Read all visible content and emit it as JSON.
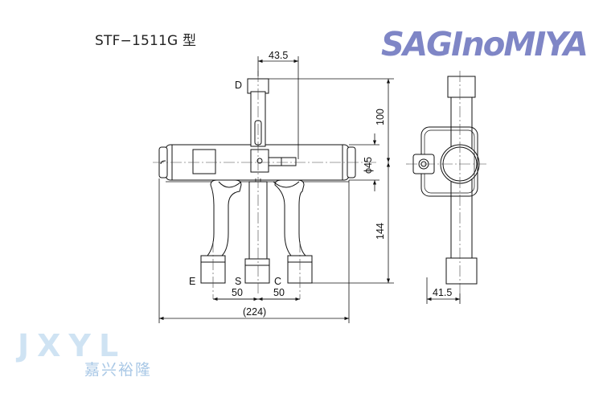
{
  "title": "STF−1511G 型",
  "logo": "SAGInoMIYA",
  "watermark": {
    "latin": "JXYL",
    "cjk": "嘉兴裕隆"
  },
  "labels": {
    "port_d": "D",
    "port_e": "E",
    "port_s": "S",
    "port_c": "C"
  },
  "dimensions": {
    "top_offset": "43.5",
    "height_upper": "100",
    "diameter": "ϕ45",
    "height_lower": "144",
    "spacing_left": "50",
    "spacing_right": "50",
    "overall_width": "(224)",
    "side_width": "41.5"
  }
}
